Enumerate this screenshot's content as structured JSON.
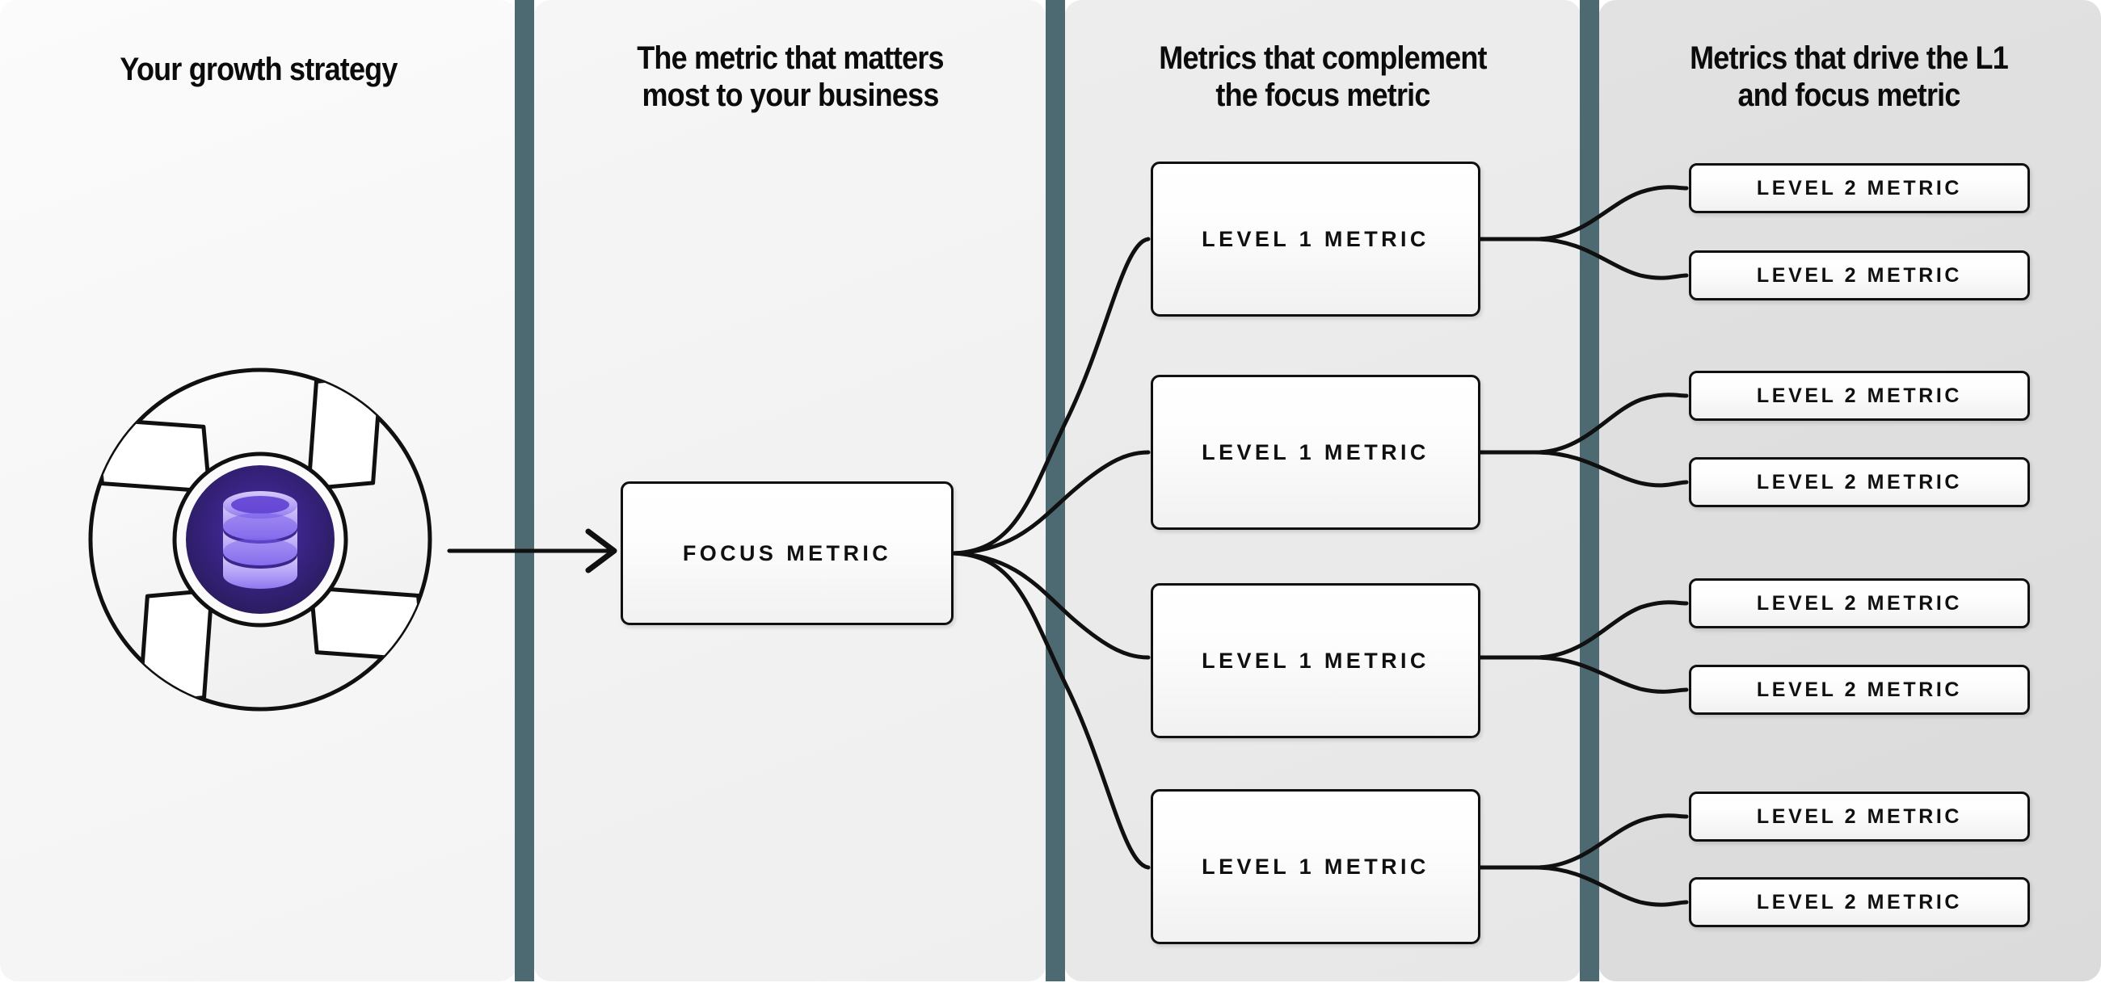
{
  "columns": [
    {
      "title": "Your growth strategy"
    },
    {
      "title": "The metric that matters\nmost to your business"
    },
    {
      "title": "Metrics that complement\nthe focus metric"
    },
    {
      "title": "Metrics that drive the L1\nand focus metric"
    }
  ],
  "icon": {
    "name": "growth-strategy-aperture-icon",
    "inner_icon": "database-icon",
    "ring_color": "#f7f7f7",
    "outline_color": "#101010",
    "core_color_dark": "#2b1b63",
    "core_color_light": "#4e2fb0",
    "database_color": "#b9a8f7",
    "database_shade": "#6f4ce2"
  },
  "nodes": {
    "focus": {
      "label": "Focus metric"
    },
    "level1": [
      {
        "label": "Level 1 metric"
      },
      {
        "label": "Level 1 metric"
      },
      {
        "label": "Level 1 metric"
      },
      {
        "label": "Level 1 metric"
      }
    ],
    "level2": [
      {
        "label": "Level 2 metric"
      },
      {
        "label": "Level 2 metric"
      },
      {
        "label": "Level 2 metric"
      },
      {
        "label": "Level 2 metric"
      },
      {
        "label": "Level 2 metric"
      },
      {
        "label": "Level 2 metric"
      },
      {
        "label": "Level 2 metric"
      },
      {
        "label": "Level 2 metric"
      }
    ]
  },
  "theme": {
    "divider_color": "#4d6a73",
    "panel_1_bg": "#f7f7f7",
    "panel_2_bg": "#f2f2f2",
    "panel_3_bg": "#eaeaea",
    "panel_4_bg": "#dedede",
    "line_color": "#101010",
    "text_color": "#0b0b0b"
  }
}
